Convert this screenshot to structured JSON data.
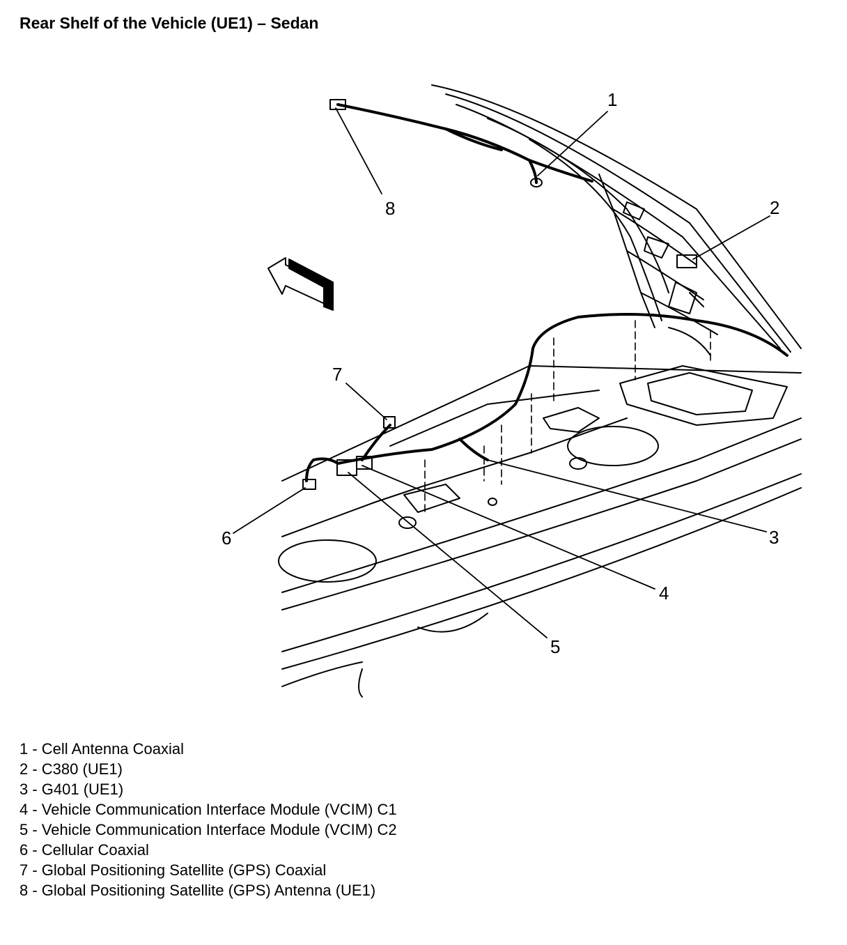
{
  "title": "Rear Shelf of the Vehicle (UE1) – Sedan",
  "callouts": [
    "1",
    "2",
    "3",
    "4",
    "5",
    "6",
    "7",
    "8"
  ],
  "legend": [
    "1 - Cell Antenna Coaxial",
    "2 - C380 (UE1)",
    "3 - G401 (UE1)",
    "4 - Vehicle Communication Interface Module (VCIM) C1",
    "5 - Vehicle Communication Interface Module (VCIM) C2",
    "6 - Cellular Coaxial",
    "7 - Global Positioning Satellite (GPS) Coaxial",
    "8 - Global Positioning Satellite (GPS) Antenna (UE1)"
  ]
}
